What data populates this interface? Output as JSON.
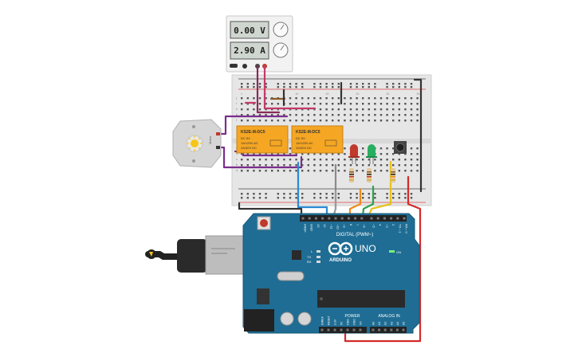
{
  "power_supply": {
    "voltage_display": "0.00 V",
    "current_display": "2.90 A"
  },
  "relays": [
    {
      "model": "KS2E-M-DC5",
      "line1": "DC 5V",
      "line2": "1A/125V AC",
      "line3": "2A/30V DC"
    },
    {
      "model": "KS2E-M-DC5",
      "line1": "DC 5V",
      "line2": "1A/125V AC",
      "line3": "2A/30V DC"
    }
  ],
  "motor": {
    "label": "Motor"
  },
  "arduino": {
    "brand": "ARDUINO",
    "model": "UNO",
    "digital_label": "DIGITAL (PWM~)",
    "power_label": "POWER",
    "analog_label": "ANALOG IN",
    "on_label": "ON",
    "l_label": "L",
    "tx_label": "TX",
    "rx_label": "RX",
    "digital_pins": [
      "AREF",
      "GND",
      "13",
      "12",
      "~11",
      "~10",
      "~9",
      "8",
      "7",
      "~6",
      "~5",
      "4",
      "~3",
      "2",
      "TX→1",
      "RX←0"
    ],
    "power_pins": [
      "IOREF",
      "RESET",
      "3.3V",
      "5V",
      "GND",
      "GND",
      "Vin"
    ],
    "analog_pins": [
      "A0",
      "A1",
      "A2",
      "A3",
      "A4",
      "A5"
    ]
  },
  "breadboard": {
    "row_letters_top": [
      "j",
      "i",
      "h",
      "g",
      "f"
    ],
    "row_letters_bottom": [
      "e",
      "d",
      "c",
      "b",
      "a"
    ],
    "column_numbers": [
      "1",
      "5",
      "10",
      "15",
      "20",
      "25",
      "30"
    ]
  },
  "colors": {
    "board_blue": "#1f6d94",
    "relay_orange": "#f5a623",
    "breadboard": "#e8e8e8",
    "wire_red": "#d42a2a",
    "wire_black": "#333333",
    "wire_purple": "#7a2e8c",
    "wire_orange": "#ef8a17",
    "wire_green": "#2aa24a",
    "wire_yellow": "#e8c21a",
    "wire_blue": "#2a8ad4",
    "wire_brown": "#8a5a2a",
    "led_red": "#c0392b",
    "led_green": "#27ae60"
  }
}
